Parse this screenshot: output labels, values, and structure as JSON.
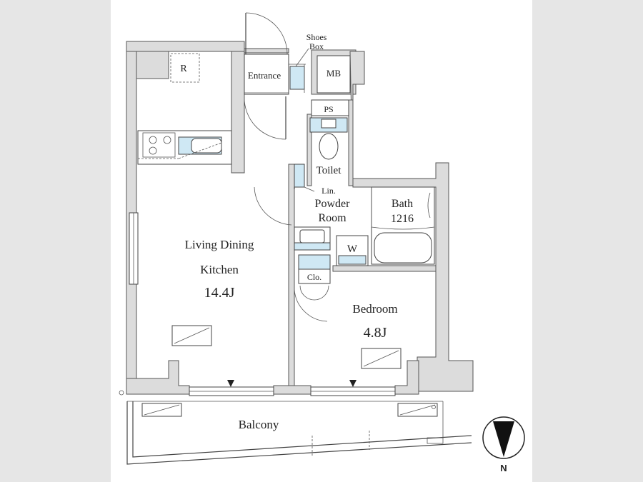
{
  "rooms": {
    "shoes_box_line1": "Shoes",
    "shoes_box_line2": "Box",
    "refrigerator": "R",
    "entrance": "Entrance",
    "mb": "MB",
    "ps": "PS",
    "toilet": "Toilet",
    "linen": "Lin.",
    "powder_room_line1": "Powder",
    "powder_room_line2": "Room",
    "bath": "Bath",
    "bath_size": "1216",
    "washer": "W",
    "closet": "Clo.",
    "ldk_line1": "Living Dining",
    "ldk_line2": "Kitchen",
    "ldk_size": "14.4J",
    "bedroom": "Bedroom",
    "bedroom_size": "4.8J",
    "balcony": "Balcony"
  },
  "compass": {
    "north_label": "N"
  },
  "colors": {
    "wall": "#dcdcdc",
    "fixture": "#cfe8f4",
    "background": "#e6e6e6",
    "sheet": "#ffffff"
  }
}
